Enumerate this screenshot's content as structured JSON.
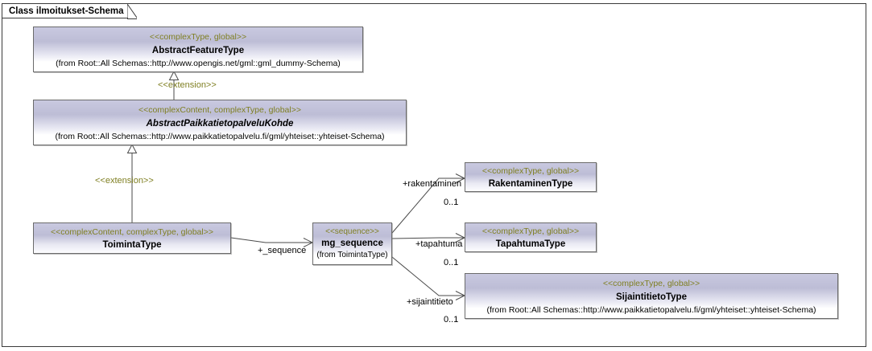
{
  "frame": {
    "title": "Class ilmoitukset-Schema"
  },
  "classes": [
    {
      "id": "abstract-feature-type",
      "stereotype": "<<complexType, global>>",
      "name": "AbstractFeatureType",
      "from": "(from Root::All Schemas::http://www.opengis.net/gml::gml_dummy-Schema)",
      "abstract": false
    },
    {
      "id": "abstract-paikkatietopalvelu-kohde",
      "stereotype": "<<complexContent, complexType, global>>",
      "name": "AbstractPaikkatietopalveluKohde",
      "from": "(from Root::All Schemas::http://www.paikkatietopalvelu.fi/gml/yhteiset::yhteiset-Schema)",
      "abstract": true
    },
    {
      "id": "toiminta-type",
      "stereotype": "<<complexContent, complexType, global>>",
      "name": "ToimintaType",
      "from": "",
      "abstract": false
    },
    {
      "id": "mg-sequence",
      "stereotype": "<<sequence>>",
      "name": "mg_sequence",
      "from": "(from ToimintaType)",
      "abstract": false
    },
    {
      "id": "rakentaminen-type",
      "stereotype": "<<complexType, global>>",
      "name": "RakentaminenType",
      "from": "",
      "abstract": false
    },
    {
      "id": "tapahtuma-type",
      "stereotype": "<<complexType, global>>",
      "name": "TapahtumaType",
      "from": "",
      "abstract": false
    },
    {
      "id": "sijaintitieto-type",
      "stereotype": "<<complexType, global>>",
      "name": "SijaintitietoType",
      "from": "(from Root::All Schemas::http://www.paikkatietopalvelu.fi/gml/yhteiset::yhteiset-Schema)",
      "abstract": false
    }
  ],
  "connectors": {
    "extension_top": "<<extension>>",
    "extension_bottom": "<<extension>>",
    "sequence_role": "+_sequence",
    "rakentaminen_role": "+rakentaminen",
    "rakentaminen_mult": "0..1",
    "tapahtuma_role": "+tapahtuma",
    "tapahtuma_mult": "0..1",
    "sijaintitieto_role": "+sijaintitieto",
    "sijaintitieto_mult": "0..1"
  },
  "colors": {
    "stereotype_text": "#7f7f22",
    "box_border": "#6b6b6b",
    "frame_border": "#3b3b3b",
    "line": "#4a4a4a"
  }
}
